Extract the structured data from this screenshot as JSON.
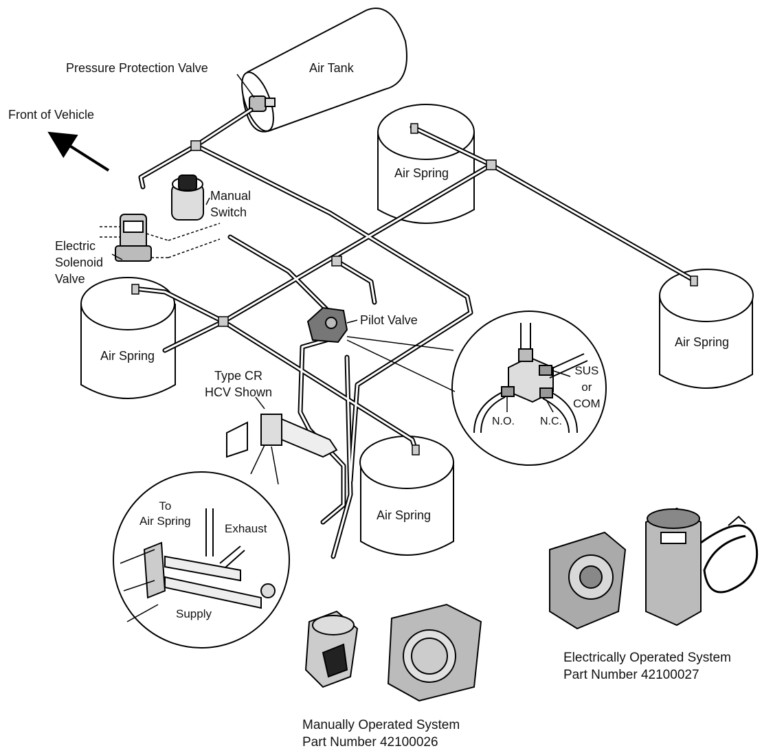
{
  "labels": {
    "front_of_vehicle": "Front of Vehicle",
    "pressure_protection_valve": "Pressure Protection Valve",
    "air_tank": "Air Tank",
    "manual_switch_line1": "Manual",
    "manual_switch_line2": "Switch",
    "electric_solenoid_line1": "Electric",
    "electric_solenoid_line2": "Solenoid",
    "electric_solenoid_line3": "Valve",
    "air_spring": "Air Spring",
    "pilot_valve": "Pilot Valve",
    "type_cr_line1": "Type CR",
    "type_cr_line2": "HCV Shown",
    "sus_line1": "SUS",
    "sus_line2": "or",
    "sus_line3": "COM",
    "no": "N.O.",
    "nc": "N.C.",
    "to_air_spring_line1": "To",
    "to_air_spring_line2": "Air Spring",
    "exhaust": "Exhaust",
    "supply": "Supply"
  },
  "captions": {
    "electrical_line1": "Electrically Operated System",
    "electrical_line2": "Part Number 42100027",
    "manual_line1": "Manually Operated System",
    "manual_line2": "Part Number 42100026"
  }
}
